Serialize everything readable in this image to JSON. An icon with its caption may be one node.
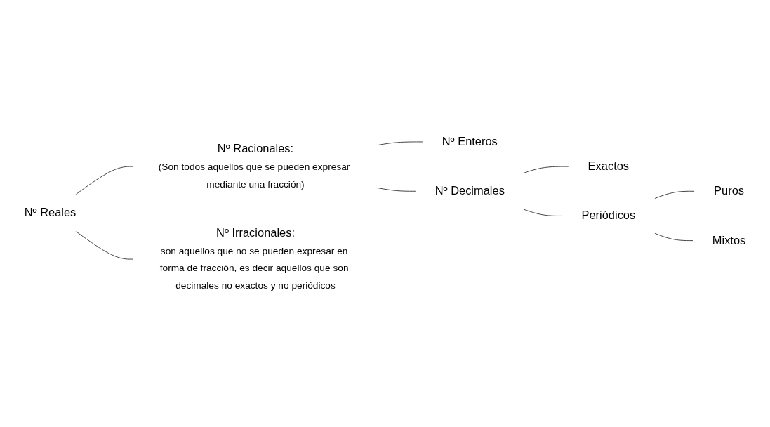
{
  "diagram": {
    "nodes": [
      {
        "text": [
          "Nº Reales"
        ]
      },
      {
        "text": [
          "Nº Racionales:",
          "(Son todos aquellos que se pueden expresar mediante una fracción)"
        ]
      },
      {
        "text": [
          "Nº Irracionales:",
          "son aquellos que no se pueden expresar en forma de fracción, es decir aquellos que son decimales no exactos y no periódicos"
        ]
      },
      {
        "text": [
          "Nº Enteros"
        ]
      },
      {
        "text": [
          "Nº Decimales"
        ]
      },
      {
        "text": [
          "Exactos"
        ]
      },
      {
        "text": [
          "Periódicos"
        ]
      },
      {
        "text": [
          "Puros"
        ]
      },
      {
        "text": [
          "Mixtos"
        ]
      }
    ],
    "edges": [
      {
        "from": 0,
        "to": 1,
        "arrow": "none"
      },
      {
        "from": 0,
        "to": 2,
        "arrow": "none"
      },
      {
        "from": 1,
        "to": 3,
        "arrow": "none"
      },
      {
        "from": 1,
        "to": 4,
        "arrow": "none"
      },
      {
        "from": 4,
        "to": 5,
        "arrow": "none"
      },
      {
        "from": 4,
        "to": 6,
        "arrow": "none"
      },
      {
        "from": 6,
        "to": 7,
        "arrow": "none"
      },
      {
        "from": 6,
        "to": 8,
        "arrow": "none"
      }
    ]
  }
}
